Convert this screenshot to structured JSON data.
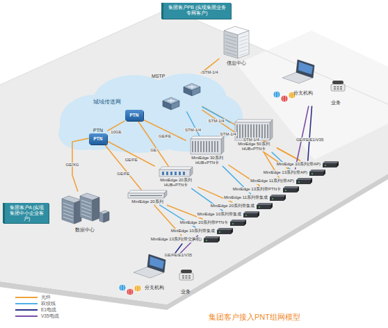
{
  "diagram": {
    "caption": "集团客户接入PNT组网模型",
    "nodes": [
      {
        "text": [
          "集团客户PB (实现集团业务专网客户)"
        ]
      },
      {
        "text": [
          "信息中心"
        ]
      },
      {
        "text": [
          "城域传送网"
        ]
      },
      {
        "text": [
          "MSTP"
        ],
        "in": 2
      },
      {
        "text": [
          "PTN",
          "PTN"
        ],
        "in": 2
      },
      {
        "text": [
          "PTN"
        ],
        "in": 2
      },
      {
        "text": [
          "分支机构",
          "业务"
        ]
      },
      {
        "text": [
          "MiniEdge 50系列 HUB+PTN卡"
        ]
      },
      {
        "text": [
          "MiniEdge 30系列 HUB+PTN卡"
        ]
      },
      {
        "text": [
          "MiniEdge 20系列 HUB+PTN卡"
        ]
      },
      {
        "text": [
          "MiniEdge 20系列"
        ]
      },
      {
        "text": [
          "MiniEdge 10系列(带AP)"
        ]
      },
      {
        "text": [
          "MiniEdge 13系列(带AP)"
        ]
      },
      {
        "text": [
          "MiniEdge 11系列(带AP)"
        ]
      },
      {
        "text": [
          "MiniEdge 13系列带PTN卡"
        ]
      },
      {
        "text": [
          "MiniEdge 11系列带集成"
        ]
      },
      {
        "text": [
          "MiniEdge 20系列带集成"
        ]
      },
      {
        "text": [
          "MiniEdge 10系列带集成"
        ]
      },
      {
        "text": [
          "MiniEdge 20系列带PTN卡"
        ]
      },
      {
        "text": [
          "MiniEdge 10系列带集成"
        ]
      },
      {
        "text": [
          "MiniEdge 13系列(带交换机)"
        ]
      },
      {
        "text": [
          "集团客户A (实现集团中小企业客户)"
        ]
      },
      {
        "text": [
          "数据中心"
        ]
      },
      {
        "text": [
          "分支机构",
          "业务"
        ]
      }
    ],
    "edges": [
      {
        "from": 1,
        "to": 3,
        "label": "STM-1/4",
        "arrow": "none"
      },
      {
        "from": 3,
        "to": 11,
        "label": "STM-1/4",
        "arrow": "none"
      },
      {
        "from": 3,
        "to": 12,
        "label": "STM-1/4",
        "arrow": "none"
      },
      {
        "from": 3,
        "to": 7,
        "label": "STM-1/4",
        "arrow": "none"
      },
      {
        "from": 3,
        "to": 8,
        "label": "STM-1/4",
        "arrow": "none"
      },
      {
        "from": 5,
        "to": 4,
        "label": "10GE",
        "arrow": "none"
      },
      {
        "from": 22,
        "to": 4,
        "label": "GE/XG",
        "arrow": "none"
      },
      {
        "from": 4,
        "to": 10,
        "label": "GE/FE",
        "arrow": "none"
      },
      {
        "from": 4,
        "to": 9,
        "label": "GE/FE",
        "arrow": "none"
      },
      {
        "from": 5,
        "to": 9,
        "label": "GE",
        "arrow": "none"
      },
      {
        "from": 5,
        "to": 8,
        "label": "GE/FE",
        "arrow": "none"
      },
      {
        "from": 7,
        "to": 11,
        "arrow": "none"
      },
      {
        "from": 7,
        "to": 12,
        "arrow": "none"
      },
      {
        "from": 7,
        "to": 13,
        "arrow": "none"
      },
      {
        "from": 8,
        "to": 14,
        "arrow": "none"
      },
      {
        "from": 8,
        "to": 15,
        "arrow": "none"
      },
      {
        "from": 9,
        "to": 16,
        "arrow": "none"
      },
      {
        "from": 9,
        "to": 17,
        "arrow": "none"
      },
      {
        "from": 10,
        "to": 18,
        "arrow": "none"
      },
      {
        "from": 10,
        "to": 19,
        "arrow": "none"
      },
      {
        "from": 10,
        "to": 20,
        "arrow": "none"
      },
      {
        "from": 6,
        "to": 11,
        "label": "GE/FE/E1/V35",
        "arrow": "none"
      },
      {
        "from": 6,
        "to": 12,
        "arrow": "none"
      },
      {
        "from": 23,
        "to": 20,
        "label": "GE/FE/E1/V35",
        "arrow": "none"
      },
      {
        "from": 23,
        "to": 19,
        "arrow": "none"
      }
    ],
    "legend": [
      {
        "text": "光纤"
      },
      {
        "text": "双绞线"
      },
      {
        "text": "E1电缆"
      },
      {
        "text": "V35电缆"
      }
    ]
  }
}
